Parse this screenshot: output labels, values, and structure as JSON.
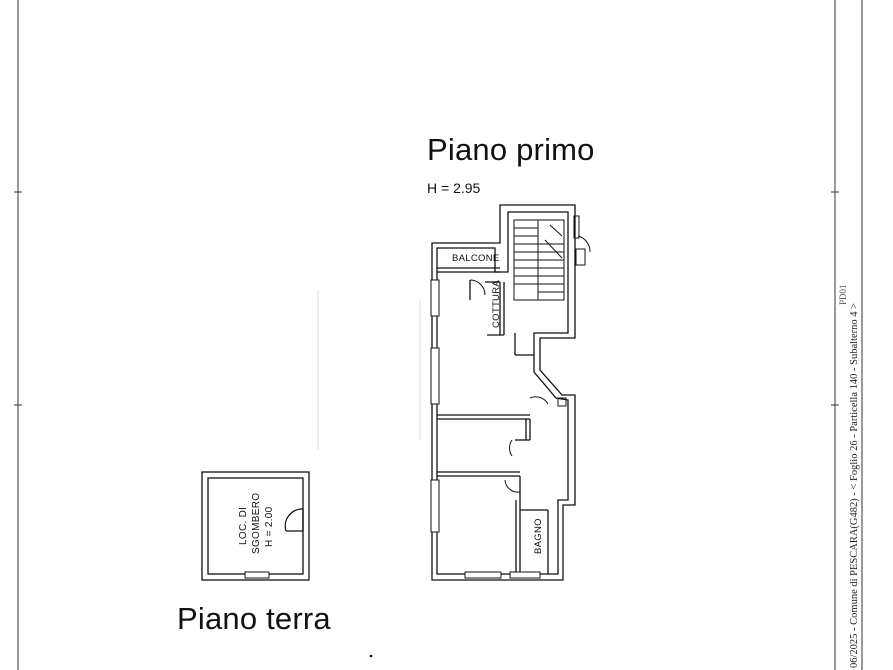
{
  "titles": {
    "piano_primo": "Piano primo",
    "piano_terra": "Piano terra",
    "height_primo": "H = 2.95"
  },
  "rooms": {
    "balcone": "BALCONE",
    "cottura": "COTTURA",
    "bagno": "BAGNO",
    "loc_line1": "LOC. DI",
    "loc_line2": "SGOMBERO",
    "loc_line3": "H = 2.00"
  },
  "margin": {
    "cadastral_text": "06/2025 - Comune di PESCARA(G482) - < Foglio 26 - Particella 140 - Subalterno 4 >",
    "sheet_code": "PD01"
  }
}
